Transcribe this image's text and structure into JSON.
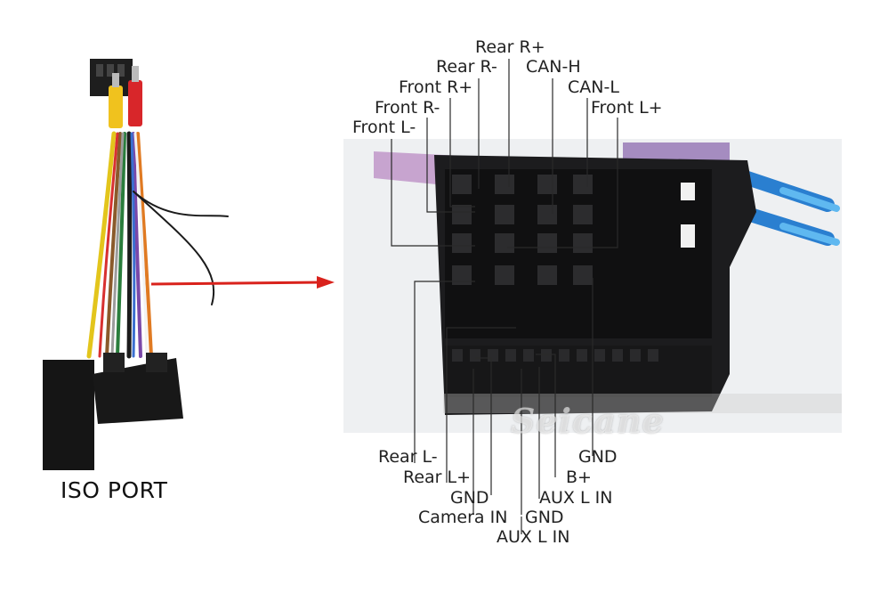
{
  "left_panel": {
    "caption": "ISO PORT"
  },
  "watermark": "Seicane",
  "pins_top": [
    {
      "id": "rear-r-plus",
      "label": "Rear R+"
    },
    {
      "id": "rear-r-minus",
      "label": "Rear R-"
    },
    {
      "id": "can-h",
      "label": "CAN-H"
    },
    {
      "id": "front-r-plus",
      "label": "Front R+"
    },
    {
      "id": "can-l",
      "label": "CAN-L"
    },
    {
      "id": "front-r-minus",
      "label": "Front R-"
    },
    {
      "id": "front-l-plus",
      "label": "Front L+"
    },
    {
      "id": "front-l-minus",
      "label": "Front L-"
    }
  ],
  "pins_bottom": [
    {
      "id": "rear-l-minus",
      "label": "Rear L-"
    },
    {
      "id": "gnd-right",
      "label": "GND"
    },
    {
      "id": "rear-l-plus",
      "label": "Rear L+"
    },
    {
      "id": "b-plus",
      "label": "B+"
    },
    {
      "id": "gnd-left",
      "label": "GND"
    },
    {
      "id": "aux-l-in-top",
      "label": "AUX L IN"
    },
    {
      "id": "camera-in",
      "label": "Camera IN"
    },
    {
      "id": "gnd-mid",
      "label": "GND"
    },
    {
      "id": "aux-l-in-bottom",
      "label": "AUX L IN"
    }
  ],
  "colors": {
    "arrow": "#d9221c",
    "connector_body": "#1c1c1e",
    "leader_line": "#2a2a2a",
    "blue_probe": "#2a7fd0"
  }
}
